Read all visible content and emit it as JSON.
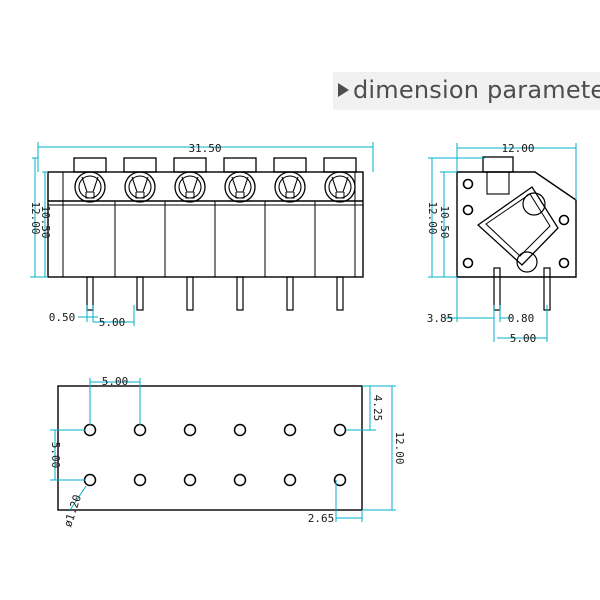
{
  "header": {
    "title": "dimension parameter"
  },
  "front_view": {
    "overall_width": "31.50",
    "overall_height": "12.00",
    "body_height": "10.50",
    "pin_width": "0.50",
    "pitch": "5.00",
    "positions": 6
  },
  "side_view": {
    "depth": "12.00",
    "overall_height": "12.00",
    "body_height": "10.50",
    "pin_offset": "3.85",
    "pin_width": "0.80",
    "row_pitch": "5.00"
  },
  "bottom_view": {
    "pitch_x": "5.00",
    "row_spacing": "5.00",
    "edge_offset": "4.25",
    "depth": "12.00",
    "hole_diameter": "ø1.20",
    "end_offset": "2.65",
    "hole_columns": 6,
    "hole_rows": 2
  },
  "colors": {
    "line": "#000000",
    "dimension": "#00b0c8",
    "header_bg": "#f1f1f1",
    "header_text": "#4d4d4d"
  }
}
